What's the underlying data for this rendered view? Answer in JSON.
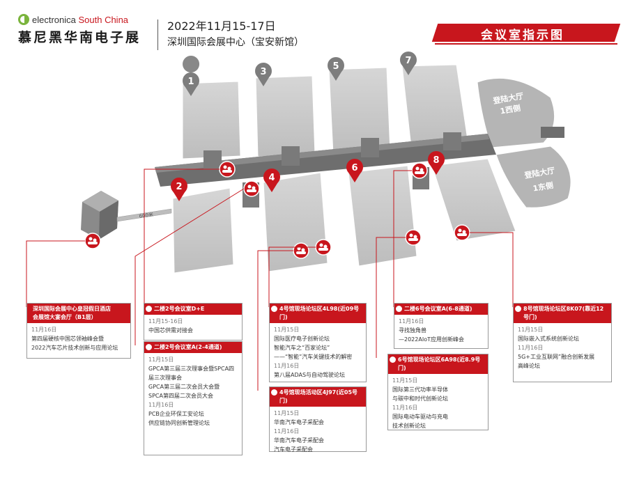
{
  "header": {
    "logo_en_prefix": "electronica ",
    "logo_en_suffix": "South China",
    "logo_cn": "慕尼黑华南电子展",
    "date": "2022年11月15-17日",
    "venue": "深圳国际会展中心（宝安新馆）",
    "page_title": "会议室指示图"
  },
  "map": {
    "halls": [
      "1",
      "3",
      "5",
      "7",
      "2",
      "4",
      "6",
      "8"
    ],
    "lobby_west": [
      "登陆大厅",
      "1西侧"
    ],
    "lobby_east": [
      "登陆大厅",
      "1东侧"
    ],
    "bridge_label": "600米"
  },
  "boxes": {
    "hotel": {
      "title_line1": "深圳国际会展中心皇冠假日酒店",
      "title_line2": "会展馆大宴会厅（B1层）",
      "lines": [
        "11月16日",
        "第四届硬核中国芯领袖峰会暨",
        "2022汽车芯片技术创新与应用论坛"
      ]
    },
    "room_de": {
      "title": "二楼2号会议室D+E",
      "lines": [
        "11月15-16日",
        "中国芯供需对接会"
      ]
    },
    "room_a2": {
      "title": "二楼2号会议室A(2-4通道)",
      "lines": [
        "11月15日",
        "GPCA第三届三次理事会暨SPCA四",
        "届三次理事会",
        "GPCA第三届二次会员大会暨",
        "SPCA第四届二次会员大会",
        "11月16日",
        "PCB企业环保工安论坛",
        "供应链协同创新管理论坛"
      ]
    },
    "forum_4l98": {
      "title": "4号馆现场论坛区4L98(近09号门)",
      "lines": [
        "11月15日",
        "国际医疗电子创新论坛",
        "智能汽车之“百家论坛”",
        "——“智能”汽车关键技术的解密",
        "11月16日",
        "第八届ADAS与自动驾驶论坛"
      ]
    },
    "activity_4j97": {
      "title": "4号馆现场活动区4J97(近05号门)",
      "lines": [
        "11月15日",
        "华南汽车电子采配会",
        "11月16日",
        "华南汽车电子采配会",
        "汽车电子采配会"
      ]
    },
    "room_a6": {
      "title": "二楼6号会议室A(6-8通道)",
      "lines": [
        "11月16日",
        "寻找独角兽",
        "—2022AIoT应用创新峰会"
      ]
    },
    "forum_6a98": {
      "title": "6号馆现场论坛区6A98(近8.9号门)",
      "lines": [
        "11月15日",
        "国际第三代功率半导体",
        "与碳中和时代创新论坛",
        "11月16日",
        "国际电动车驱动与充电",
        "技术创新论坛"
      ]
    },
    "forum_8k07": {
      "title": "8号馆现场论坛区8K07(靠近12号门)",
      "lines": [
        "11月15日",
        "国际嵌入式系统创新论坛",
        "11月16日",
        "5G+工业互联网”融合创新发展",
        "高峰论坛"
      ]
    }
  },
  "colors": {
    "accent": "#c8161d",
    "hall": "#c9c9c9",
    "corridor": "#6e6e6e"
  }
}
